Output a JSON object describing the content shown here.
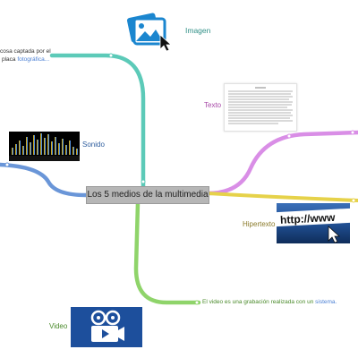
{
  "center": {
    "label": "Los 5 medios de la multimedia"
  },
  "branches": {
    "imagen": {
      "label": "Imagen",
      "color": "#2f8f86",
      "note_line1": "cosa captada por el",
      "note_line2_prefix": "placa ",
      "note_link": "fotográfica...",
      "icon": "image-icon"
    },
    "texto": {
      "label": "Texto",
      "color": "#a84aa8",
      "icon": "document-icon"
    },
    "sonido": {
      "label": "Sonido",
      "color": "#2e5d9e",
      "icon": "equalizer-icon"
    },
    "hipertexto": {
      "label": "Hipertexto",
      "color": "#8a7a2a",
      "icon_text": "http://www",
      "icon": "url-bar-icon"
    },
    "video": {
      "label": "Video",
      "color": "#4a8a2a",
      "note_prefix": "El video es una grabación realizada con un ",
      "note_link": "sistema.",
      "icon": "film-camera-icon"
    }
  },
  "colors": {
    "imagen_line": "#5ccab8",
    "texto_line": "#d98ee6",
    "sonido_line": "#6a96d8",
    "hipertexto_line": "#e6d24a",
    "video_line": "#8fd46a"
  }
}
